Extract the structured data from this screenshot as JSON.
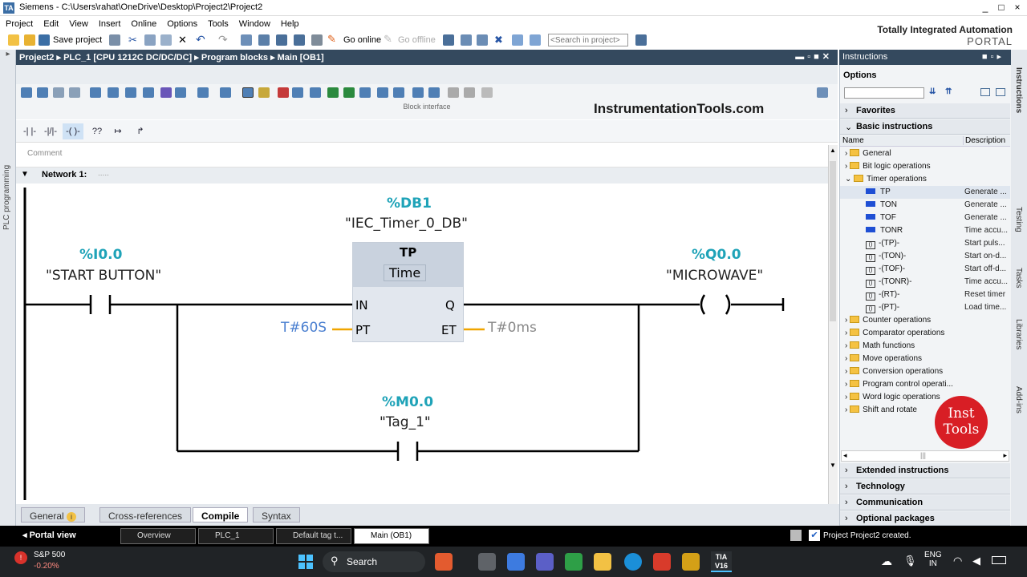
{
  "window": {
    "title": "Siemens  -  C:\\Users\\rahat\\OneDrive\\Desktop\\Project2\\Project2",
    "controls": [
      "_",
      "□",
      "×"
    ]
  },
  "menu": [
    "Project",
    "Edit",
    "View",
    "Insert",
    "Online",
    "Options",
    "Tools",
    "Window",
    "Help"
  ],
  "toolbar": {
    "save_label": "Save project",
    "go_online": "Go online",
    "go_offline": "Go offline",
    "search_placeholder": "<Search in project>"
  },
  "brand": {
    "line1": "Totally Integrated Automation",
    "line2": "PORTAL"
  },
  "breadcrumb": [
    "Project2",
    "PLC_1 [CPU 1212C DC/DC/DC]",
    "Program blocks",
    "Main [OB1]"
  ],
  "left_sidebar": {
    "label": "PLC programming"
  },
  "editor": {
    "block_interface": "Block interface",
    "watermark": "InstrumentationTools.com",
    "comment_label": "Comment",
    "network_label": "Network 1:",
    "network_comment": ".....",
    "ladder_buttons": [
      "-| |-",
      "-|/|-",
      "-( )-",
      "??",
      "↦",
      "↱"
    ]
  },
  "ladder": {
    "contact1": {
      "address": "%I0.0",
      "tag": "\"START BUTTON\""
    },
    "timer": {
      "db": "%DB1",
      "db_name": "\"IEC_Timer_0_DB\"",
      "type": "TP",
      "subtype": "Time",
      "in_pin": "IN",
      "pt_pin": "PT",
      "q_pin": "Q",
      "et_pin": "ET",
      "pt_value": "T#60S",
      "et_value": "T#0ms"
    },
    "coil": {
      "address": "%Q0.0",
      "tag": "\"MICROWAVE\""
    },
    "contact2": {
      "address": "%M0.0",
      "tag": "\"Tag_1\""
    }
  },
  "bottom_tabs": {
    "general": "General",
    "cross": "Cross-references",
    "compile": "Compile",
    "syntax": "Syntax"
  },
  "statusbar": {
    "portal_view": "Portal view",
    "tabs": [
      "Overview",
      "PLC_1",
      "Default tag t...",
      "Main (OB1)"
    ],
    "message": "Project Project2 created."
  },
  "instructions": {
    "title": "Instructions",
    "options_label": "Options",
    "sections": {
      "favorites": "Favorites",
      "basic": "Basic instructions",
      "extended": "Extended instructions",
      "technology": "Technology",
      "communication": "Communication",
      "optional": "Optional packages"
    },
    "columns": {
      "name": "Name",
      "description": "Description"
    },
    "tree_top": [
      {
        "name": "General"
      },
      {
        "name": "Bit logic operations"
      },
      {
        "name": "Timer operations"
      }
    ],
    "timer_items": [
      {
        "name": "TP",
        "desc": "Generate ..."
      },
      {
        "name": "TON",
        "desc": "Generate ..."
      },
      {
        "name": "TOF",
        "desc": "Generate ..."
      },
      {
        "name": "TONR",
        "desc": "Time accu..."
      },
      {
        "name": "-(TP)-",
        "desc": "Start puls..."
      },
      {
        "name": "-(TON)-",
        "desc": "Start on-d..."
      },
      {
        "name": "-(TOF)-",
        "desc": "Start off-d..."
      },
      {
        "name": "-(TONR)-",
        "desc": "Time accu..."
      },
      {
        "name": "-(RT)-",
        "desc": "Reset timer"
      },
      {
        "name": "-(PT)-",
        "desc": "Load time..."
      }
    ],
    "tree_bottom": [
      {
        "name": "Counter operations"
      },
      {
        "name": "Comparator operations"
      },
      {
        "name": "Math functions"
      },
      {
        "name": "Move operations"
      },
      {
        "name": "Conversion operations"
      },
      {
        "name": "Program control operati..."
      },
      {
        "name": "Word logic operations"
      },
      {
        "name": "Shift and rotate"
      }
    ],
    "logo": {
      "line1": "Inst",
      "line2": "Tools"
    }
  },
  "right_tabs": [
    "Instructions",
    "Testing",
    "Tasks",
    "Libraries",
    "Add-ins"
  ],
  "taskbar": {
    "stock_name": "S&P 500",
    "stock_change": "-0.20%",
    "search": "Search",
    "lang1": "ENG",
    "lang2": "IN",
    "tia_label": "TIA V16"
  },
  "colors": {
    "accent": "#34495e",
    "address": "#1fa3b8",
    "wire_yellow": "#f0a500",
    "logo_red": "#d81e25"
  }
}
